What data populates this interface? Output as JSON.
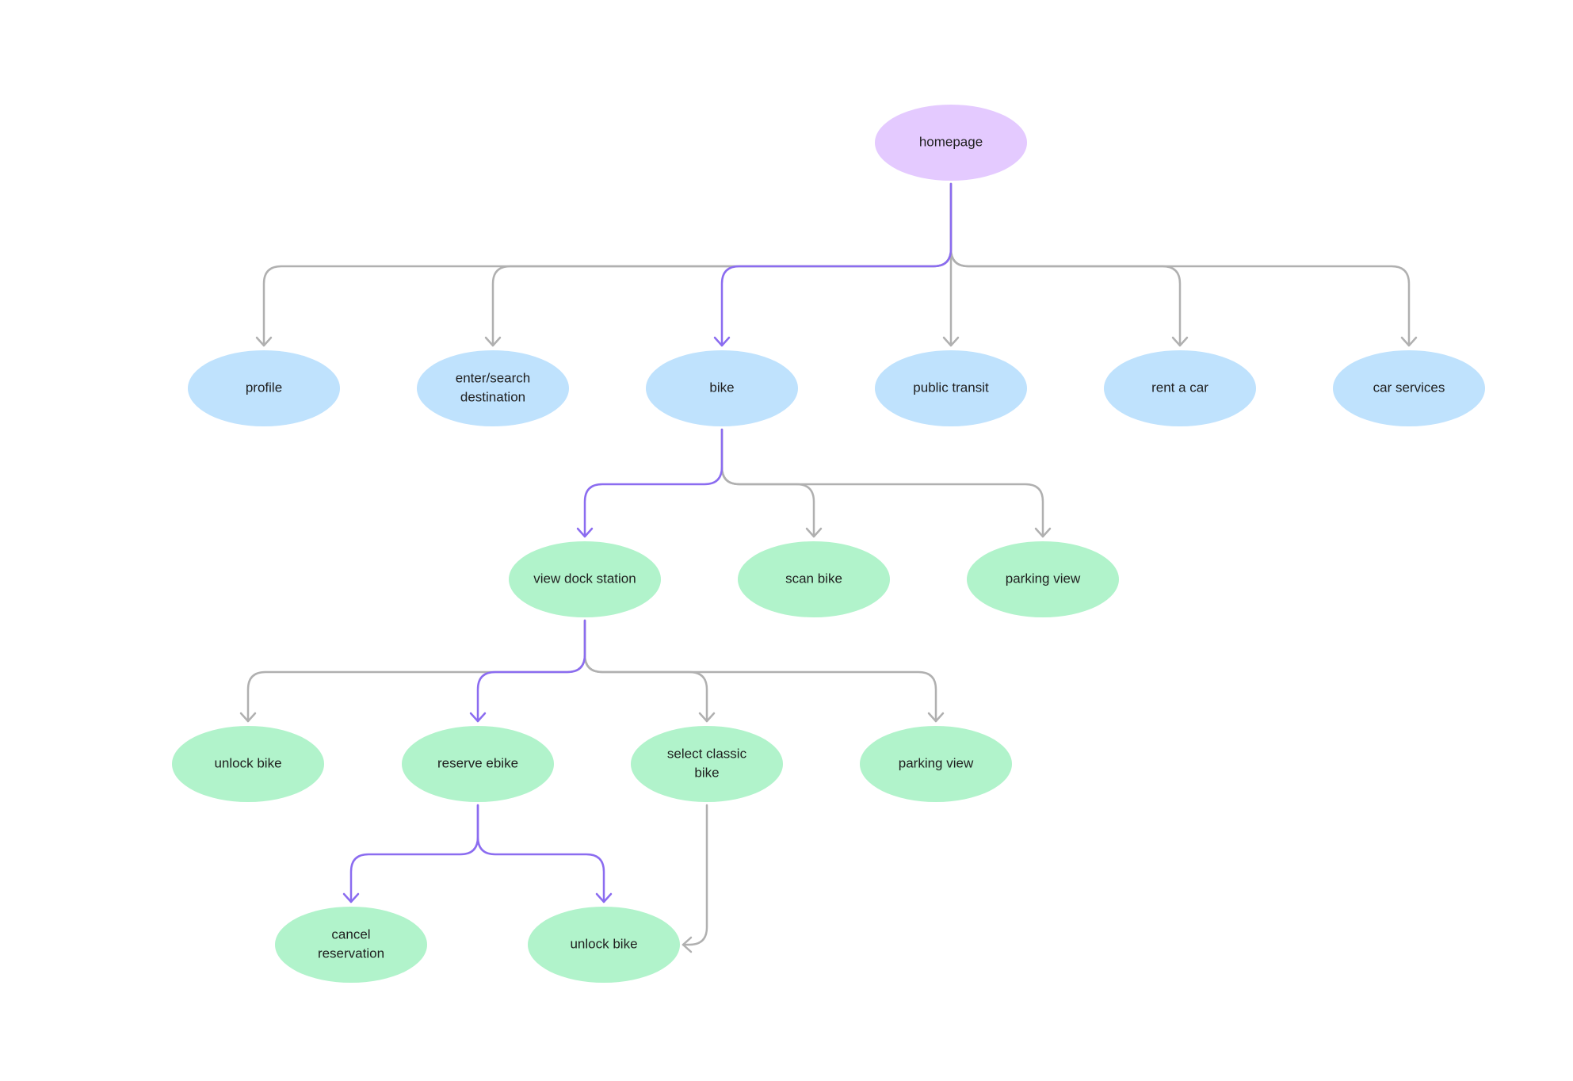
{
  "colors": {
    "root": "#e4caff",
    "level1": "#bfe2fd",
    "bike_branch": "#b1f3cb",
    "edge_default": "#b0b0b0",
    "edge_highlight": "#8b6cf0",
    "text": "#1f1f1f"
  },
  "nodes": [
    {
      "id": "homepage",
      "lines": [
        "homepage"
      ],
      "color": "root"
    },
    {
      "id": "profile",
      "lines": [
        "profile"
      ],
      "color": "level1"
    },
    {
      "id": "enter-search-destination",
      "lines": [
        "enter/search",
        "destination"
      ],
      "color": "level1"
    },
    {
      "id": "bike",
      "lines": [
        "bike"
      ],
      "color": "level1"
    },
    {
      "id": "public-transit",
      "lines": [
        "public transit"
      ],
      "color": "level1"
    },
    {
      "id": "rent-a-car",
      "lines": [
        "rent a car"
      ],
      "color": "level1"
    },
    {
      "id": "car-services",
      "lines": [
        "car services"
      ],
      "color": "level1"
    },
    {
      "id": "view-dock-station",
      "lines": [
        "view dock station"
      ],
      "color": "bike_branch"
    },
    {
      "id": "scan-bike",
      "lines": [
        "scan bike"
      ],
      "color": "bike_branch"
    },
    {
      "id": "parking-view-1",
      "lines": [
        "parking view"
      ],
      "color": "bike_branch"
    },
    {
      "id": "unlock-bike-1",
      "lines": [
        "unlock bike"
      ],
      "color": "bike_branch"
    },
    {
      "id": "reserve-ebike",
      "lines": [
        "reserve ebike"
      ],
      "color": "bike_branch"
    },
    {
      "id": "select-classic-bike",
      "lines": [
        "select classic",
        "bike"
      ],
      "color": "bike_branch"
    },
    {
      "id": "parking-view-2",
      "lines": [
        "parking view"
      ],
      "color": "bike_branch"
    },
    {
      "id": "cancel-reservation",
      "lines": [
        "cancel",
        "reservation"
      ],
      "color": "bike_branch"
    },
    {
      "id": "unlock-bike-2",
      "lines": [
        "unlock bike"
      ],
      "color": "bike_branch"
    }
  ],
  "edges": [
    {
      "from": "homepage",
      "to": "profile",
      "highlight": false
    },
    {
      "from": "homepage",
      "to": "enter-search-destination",
      "highlight": false
    },
    {
      "from": "homepage",
      "to": "bike",
      "highlight": true
    },
    {
      "from": "homepage",
      "to": "public-transit",
      "highlight": false
    },
    {
      "from": "homepage",
      "to": "rent-a-car",
      "highlight": false
    },
    {
      "from": "homepage",
      "to": "car-services",
      "highlight": false
    },
    {
      "from": "bike",
      "to": "view-dock-station",
      "highlight": true
    },
    {
      "from": "bike",
      "to": "scan-bike",
      "highlight": false
    },
    {
      "from": "bike",
      "to": "parking-view-1",
      "highlight": false
    },
    {
      "from": "view-dock-station",
      "to": "unlock-bike-1",
      "highlight": false
    },
    {
      "from": "view-dock-station",
      "to": "reserve-ebike",
      "highlight": true
    },
    {
      "from": "view-dock-station",
      "to": "select-classic-bike",
      "highlight": false
    },
    {
      "from": "view-dock-station",
      "to": "parking-view-2",
      "highlight": false
    },
    {
      "from": "reserve-ebike",
      "to": "cancel-reservation",
      "highlight": true
    },
    {
      "from": "reserve-ebike",
      "to": "unlock-bike-2",
      "highlight": true
    },
    {
      "from": "select-classic-bike",
      "to": "unlock-bike-2",
      "highlight": false
    }
  ]
}
